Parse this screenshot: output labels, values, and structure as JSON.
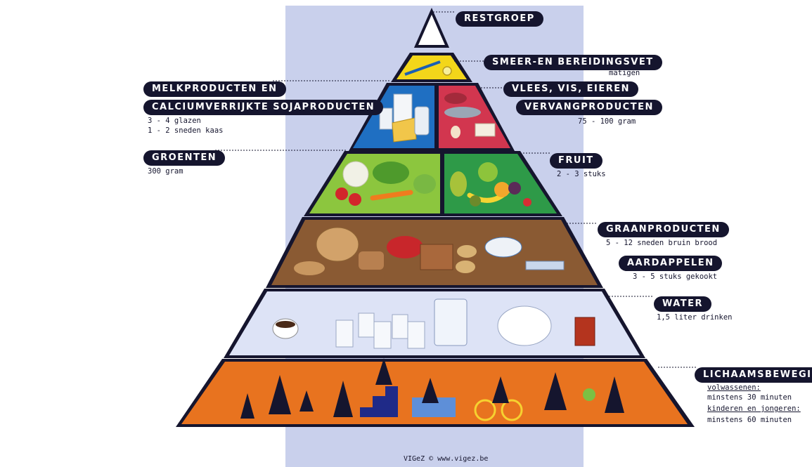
{
  "credit": "VIGeZ © www.vigez.be",
  "labels": {
    "restgroep": "RESTGROEP",
    "smeer": "SMEER-EN BEREIDINGSVET",
    "smeer_note": "matigen",
    "melk_1": "MELKPRODUCTEN EN",
    "melk_2": "CALCIUMVERRIJKTE SOJAPRODUCTEN",
    "melk_note_1": "3 - 4 glazen",
    "melk_note_2": "1 - 2 sneden kaas",
    "vlees_1": "VLEES, VIS, EIEREN",
    "vlees_2": "VERVANGPRODUCTEN",
    "vlees_note": "75 - 100 gram",
    "groenten": "GROENTEN",
    "groenten_note": "300 gram",
    "fruit": "FRUIT",
    "fruit_note": "2 - 3 stuks",
    "graan": "GRAANPRODUCTEN",
    "graan_note": "5 - 12 sneden bruin brood",
    "aardappelen": "AARDAPPELEN",
    "aardappelen_note": "3 - 5 stuks gekookt",
    "water": "WATER",
    "water_note": "1,5 liter drinken",
    "beweging": "LICHAAMSBEWEGING",
    "beweging_note_1": "volwassenen:",
    "beweging_note_2": "minstens 30 minuten",
    "beweging_note_3": "kinderen en jongeren:",
    "beweging_note_4": "minstens 60 minuten"
  },
  "colors": {
    "backdrop": "#c9d0ec",
    "fat_tier": "#f3d61a",
    "dairy_panel": "#1f6fc2",
    "meat_panel": "#d2364f",
    "vegetable_panel": "#8cc63e",
    "fruit_panel": "#2e9a48",
    "grain_tier": "#8a5a33",
    "water_tier": "#dde3f6",
    "movement_tier": "#e8731f",
    "ink": "#15152e"
  }
}
